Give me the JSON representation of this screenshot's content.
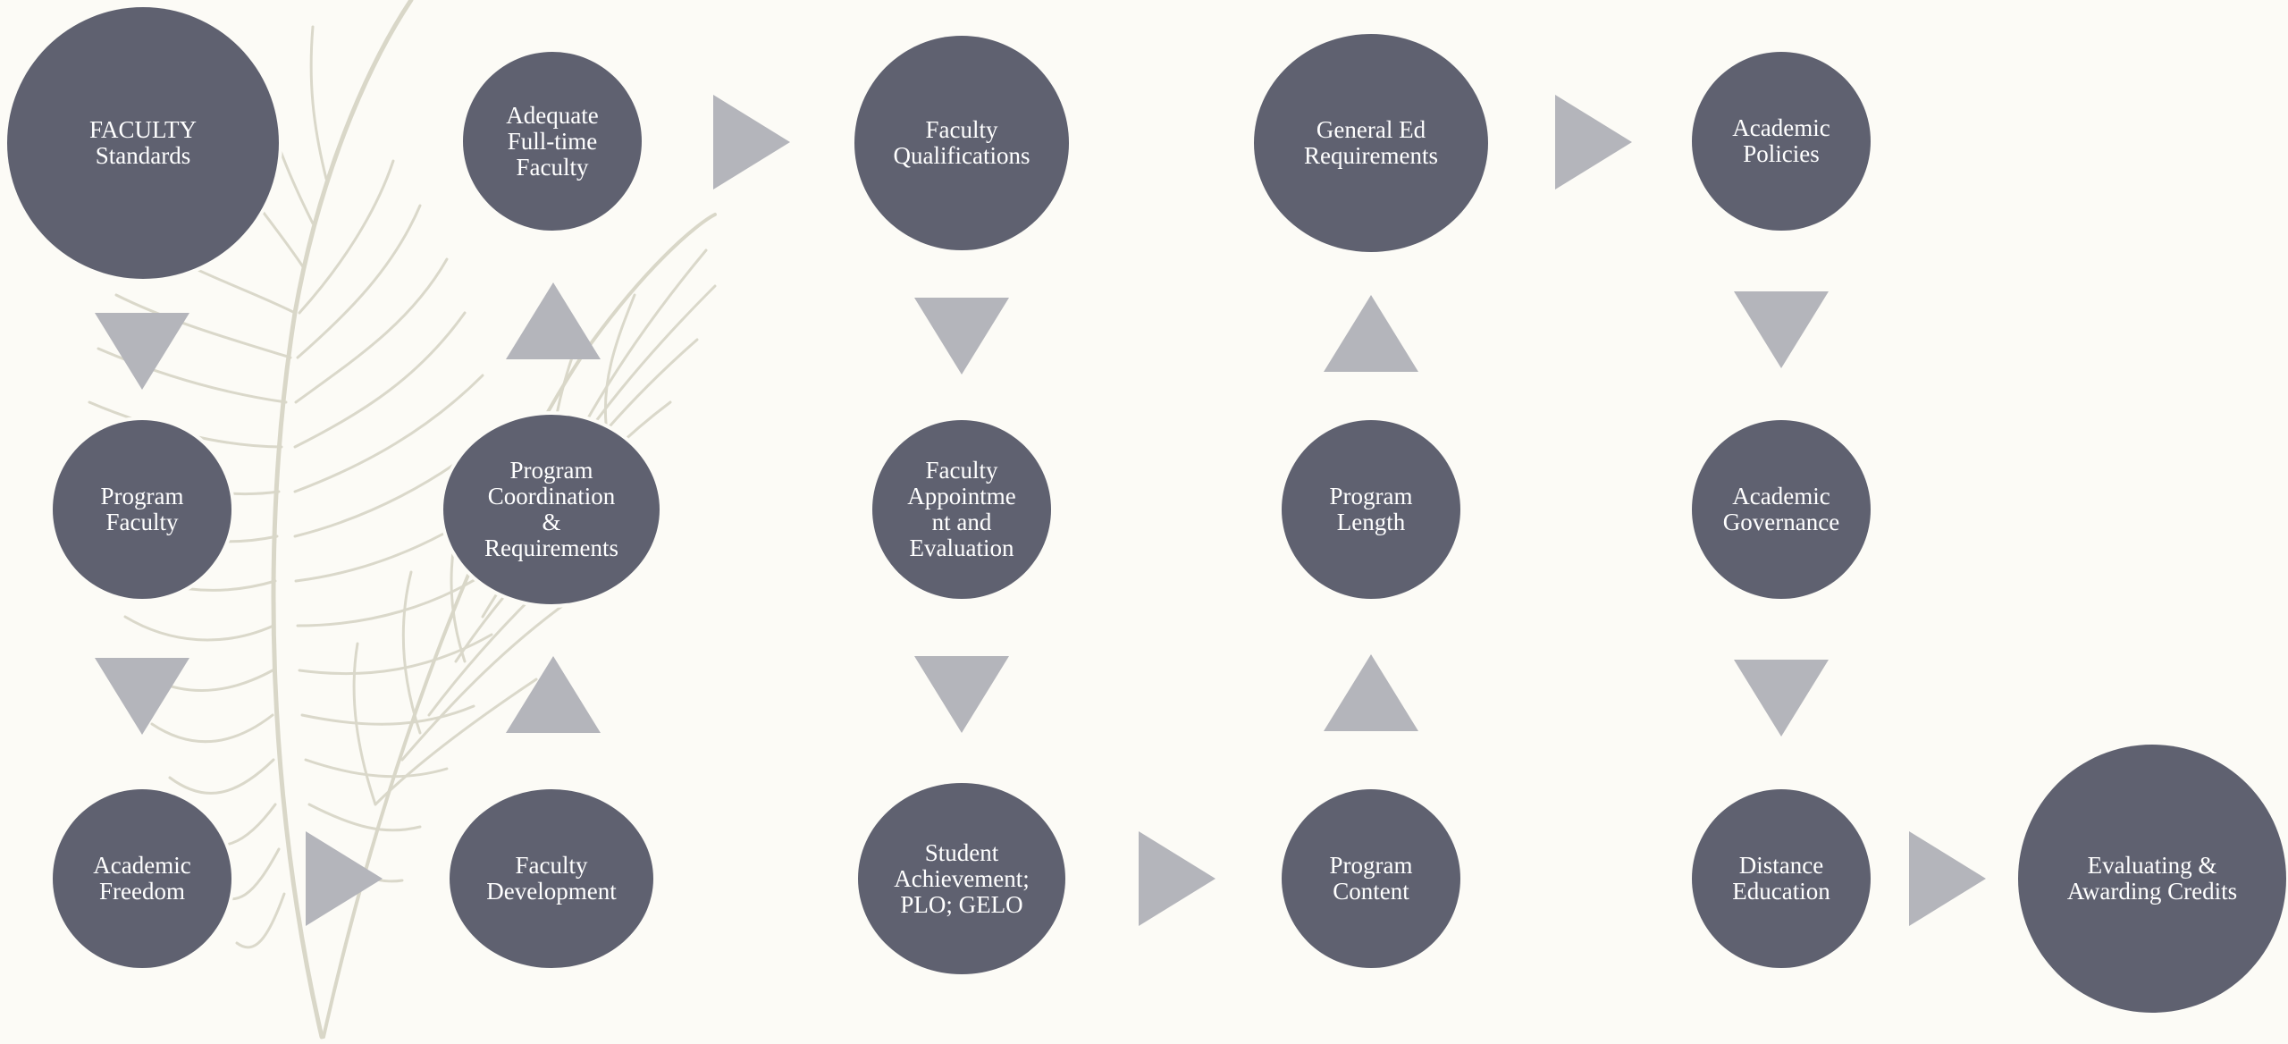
{
  "colors": {
    "background": "#fcfbf6",
    "node_fill": "#5f6170",
    "node_text": "#ffffff",
    "arrow_fill": "#b4b5bb",
    "feather": "#d9d7c8"
  },
  "nodes": {
    "faculty_standards": "FACULTY\nStandards",
    "adequate_full_time_faculty": "Adequate\nFull-time\nFaculty",
    "faculty_qualifications": "Faculty\nQualifications",
    "general_ed_requirements": "General Ed\nRequirements",
    "academic_policies": "Academic\nPolicies",
    "program_faculty": "Program\nFaculty",
    "program_coordination": "Program\nCoordination\n&\nRequirements",
    "faculty_appointment": "Faculty\nAppointme\nnt and\nEvaluation",
    "program_length": "Program\nLength",
    "academic_governance": "Academic\nGovernance",
    "academic_freedom": "Academic\nFreedom",
    "faculty_development": "Faculty\nDevelopment",
    "student_achievement": "Student\nAchievement;\nPLO; GELO",
    "program_content": "Program\nContent",
    "distance_education": "Distance\nEducation",
    "evaluating_awarding_credits": "Evaluating &\nAwarding Credits"
  }
}
